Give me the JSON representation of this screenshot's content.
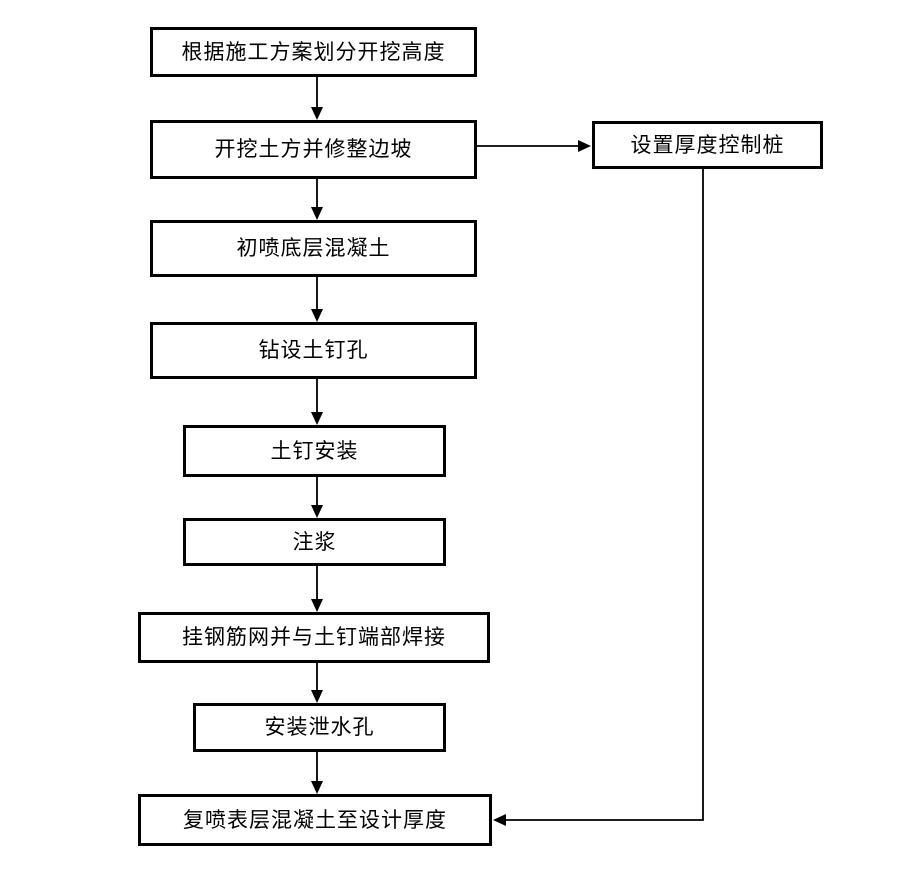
{
  "diagram": {
    "type": "flowchart",
    "background_color": "#ffffff",
    "box_border_color": "#000000",
    "text_color": "#000000",
    "arrow_color": "#000000",
    "nodes": {
      "step1": "根据施工方案划分开挖高度",
      "step2": "开挖土方并修整边坡",
      "step3": "初喷底层混凝土",
      "step4": "钻设土钉孔",
      "step5": "土钉安装",
      "step6": "注浆",
      "step7": "挂钢筋网并与土钉端部焊接",
      "step8": "安装泄水孔",
      "step9": "复喷表层混凝土至设计厚度",
      "side1": "设置厚度控制桩"
    },
    "edges": [
      {
        "from": "step1",
        "to": "step2",
        "style": "straight-down-arrow"
      },
      {
        "from": "step2",
        "to": "side1",
        "style": "straight-right-arrow"
      },
      {
        "from": "step2",
        "to": "step3",
        "style": "straight-down-arrow"
      },
      {
        "from": "step3",
        "to": "step4",
        "style": "straight-down-arrow"
      },
      {
        "from": "step4",
        "to": "step5",
        "style": "straight-down-arrow"
      },
      {
        "from": "step5",
        "to": "step6",
        "style": "straight-down-arrow"
      },
      {
        "from": "step6",
        "to": "step7",
        "style": "straight-down-arrow"
      },
      {
        "from": "step7",
        "to": "step8",
        "style": "straight-down-arrow"
      },
      {
        "from": "step8",
        "to": "step9",
        "style": "straight-down-arrow"
      },
      {
        "from": "side1",
        "to": "step9",
        "style": "elbow-down-left-arrow"
      }
    ]
  }
}
